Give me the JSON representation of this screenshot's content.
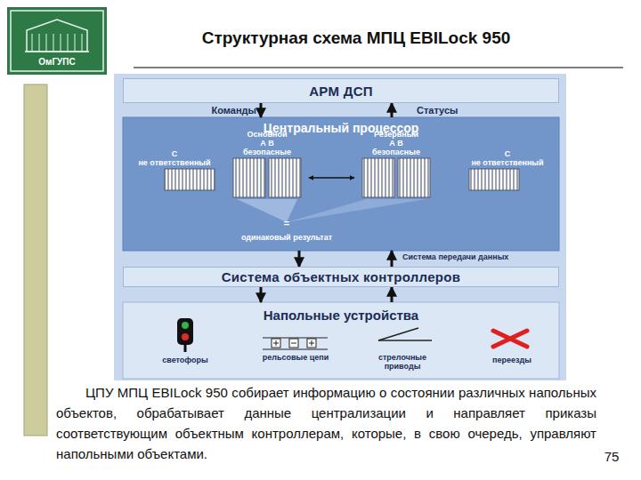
{
  "diagram": {
    "title": "Структурная схема МПЦ EBILock 950",
    "caption": "ЦПУ МПЦ EBILock 950 собирает информацию о состоянии различных напольных объектов, обрабатывает данные централизации и направляет приказы соответствующим объектным контроллерам, которые, в свою очередь, управляют напольными объектами.",
    "nodes": [
      {
        "text": [
          "АРМ ДСП"
        ]
      },
      {
        "text": [
          "Центральный процессор"
        ]
      },
      {
        "text": [
          "Основной",
          "А В",
          "безопасные"
        ],
        "in": 1
      },
      {
        "text": [
          "Резервный",
          "А В",
          "безопасные"
        ],
        "in": 1
      },
      {
        "text": [
          "С",
          "не ответственный"
        ],
        "in": 1
      },
      {
        "text": [
          "С",
          "не ответственный"
        ],
        "in": 1
      },
      {
        "text": [
          "Система объектных контроллеров"
        ]
      },
      {
        "text": [
          "Напольные устройства"
        ]
      }
    ],
    "edges": [
      {
        "from": 0,
        "to": 1,
        "arrow": "to",
        "label": "Команды"
      },
      {
        "from": 1,
        "to": 0,
        "arrow": "to",
        "label": "Статусы"
      },
      {
        "from": 2,
        "to": 3,
        "arrow": "both"
      },
      {
        "from": 1,
        "to": 6,
        "arrow": "to"
      },
      {
        "from": 6,
        "to": 1,
        "arrow": "to",
        "label": "Система передачи данных"
      },
      {
        "from": 6,
        "to": 7,
        "arrow": "to"
      },
      {
        "from": 7,
        "to": 6,
        "arrow": "to"
      }
    ],
    "labels": [
      "=",
      "одинаковый результат",
      "светофоры",
      "рельсовые цепи",
      "стрелочные приводы",
      "переезды",
      "ОмГУПС",
      "75"
    ]
  }
}
